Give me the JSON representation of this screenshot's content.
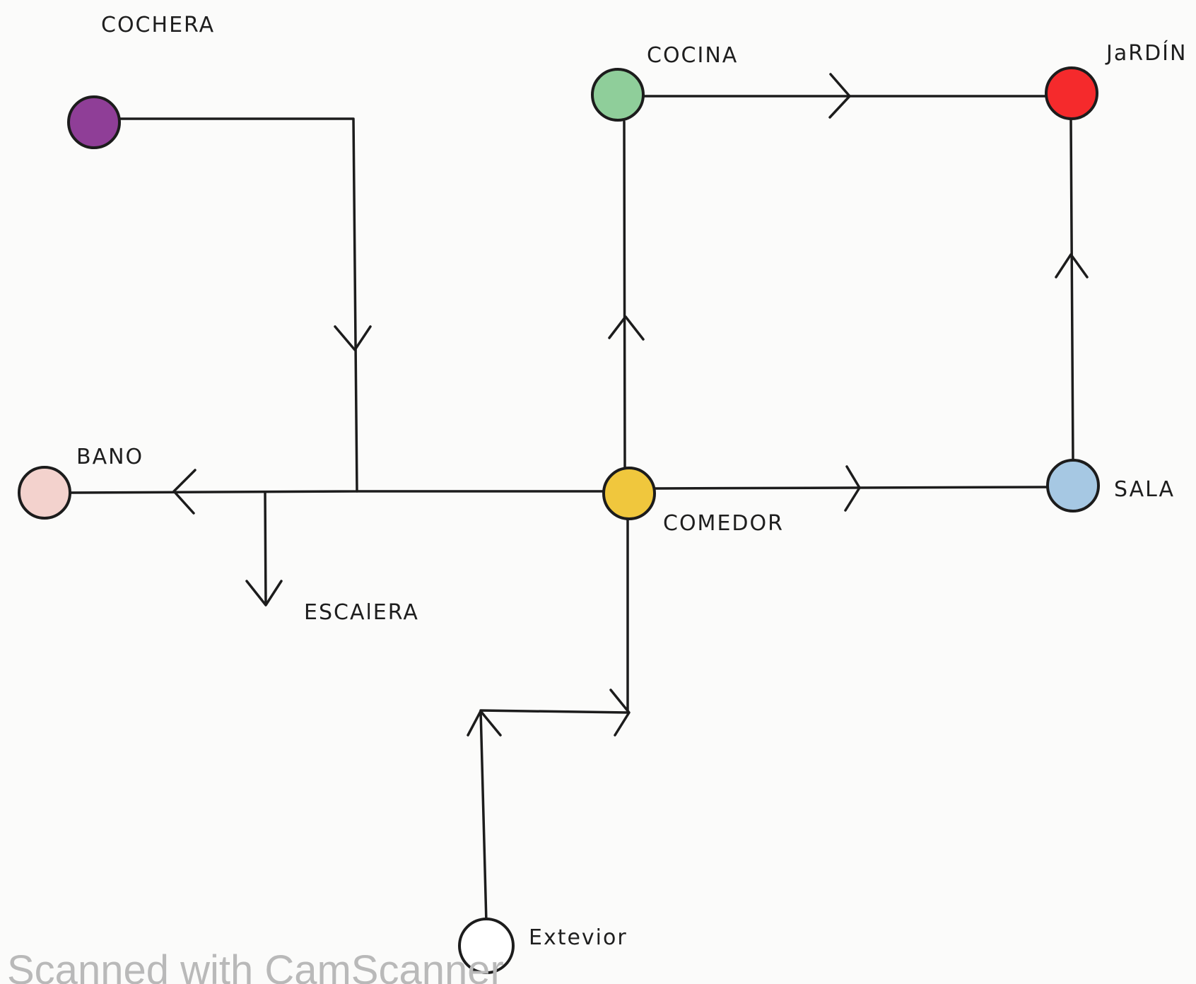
{
  "nodes": [
    {
      "id": "cochera",
      "label": "COCHERA",
      "color": "#8f3e97"
    },
    {
      "id": "cocina",
      "label": "COCINA",
      "color": "#8fce9a"
    },
    {
      "id": "jardin",
      "label": "JaRDÍN",
      "color": "#f52a2c"
    },
    {
      "id": "bano",
      "label": "BANO",
      "color": "#f3d2cd"
    },
    {
      "id": "comedor",
      "label": "COMEDOR",
      "color": "#f0c73d"
    },
    {
      "id": "sala",
      "label": "SALA",
      "color": "#a6c8e3"
    },
    {
      "id": "exterior",
      "label": "Extevior",
      "color": "#ffffff"
    },
    {
      "id": "escalera",
      "label": "ESCAlERA",
      "color": null
    }
  ],
  "edges": [
    {
      "from": "cochera",
      "to": "bano"
    },
    {
      "from": "comedor",
      "to": "bano"
    },
    {
      "from": "comedor",
      "to": "escalera"
    },
    {
      "from": "comedor",
      "to": "cocina"
    },
    {
      "from": "cocina",
      "to": "jardin"
    },
    {
      "from": "comedor",
      "to": "sala"
    },
    {
      "from": "sala",
      "to": "jardin"
    },
    {
      "from": "exterior",
      "to": "comedor"
    }
  ],
  "watermark": "Scanned with CamScanner"
}
